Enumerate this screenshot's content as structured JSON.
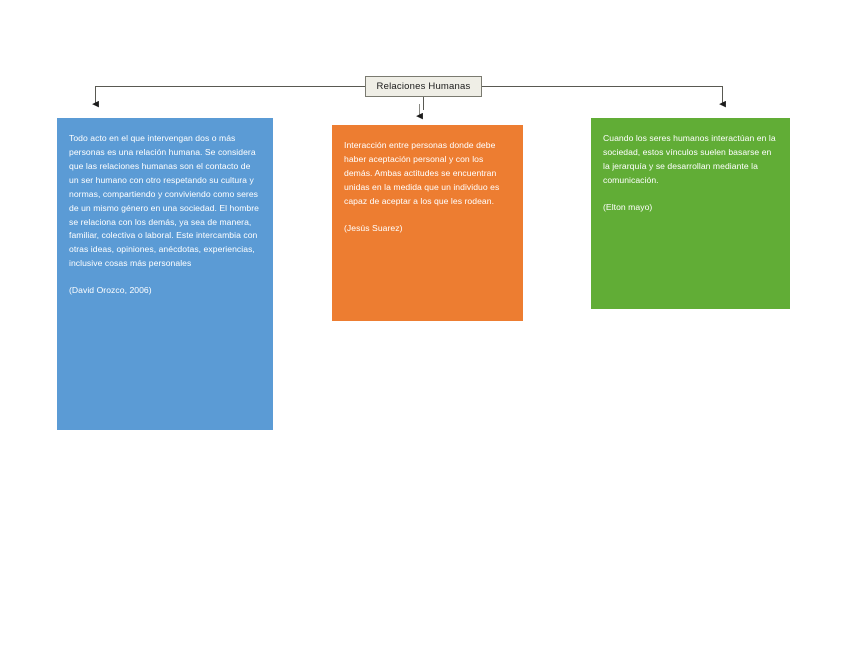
{
  "diagram": {
    "title_node": {
      "label": "Relaciones Humanas"
    },
    "colors": {
      "blue": "#5B9BD5",
      "orange": "#ED7D31",
      "green": "#61AD36",
      "title_fill": "#EFEEE6",
      "title_border": "#7A7A70",
      "connector": "#595952"
    },
    "cards": [
      {
        "id": "blue",
        "color": "#5B9BD5",
        "body": "Todo acto en el que intervengan dos o más personas es una relación humana. Se considera que las relaciones humanas son el contacto de un ser humano con otro respetando su cultura y normas, compartiendo y conviviendo como seres de un mismo género en una sociedad.  El hombre se relaciona con los demás, ya sea de manera, familiar, colectiva o laboral. Este intercambia con otras ideas, opiniones, anécdotas, experiencias, inclusive cosas más personales",
        "author": "(David Orozco, 2006)"
      },
      {
        "id": "orange",
        "color": "#ED7D31",
        "body": "Interacción entre personas donde debe haber aceptación personal y con los demás. Ambas actitudes se encuentran unidas en la medida que un individuo es capaz de aceptar a los que les rodean.",
        "author": "(Jesús Suarez)"
      },
      {
        "id": "green",
        "color": "#61AD36",
        "body": "Cuando los seres humanos interactúan en la sociedad, estos vínculos suelen basarse en la jerarquía y se desarrollan mediante la comunicación.",
        "author": "(Elton mayo)"
      }
    ]
  }
}
